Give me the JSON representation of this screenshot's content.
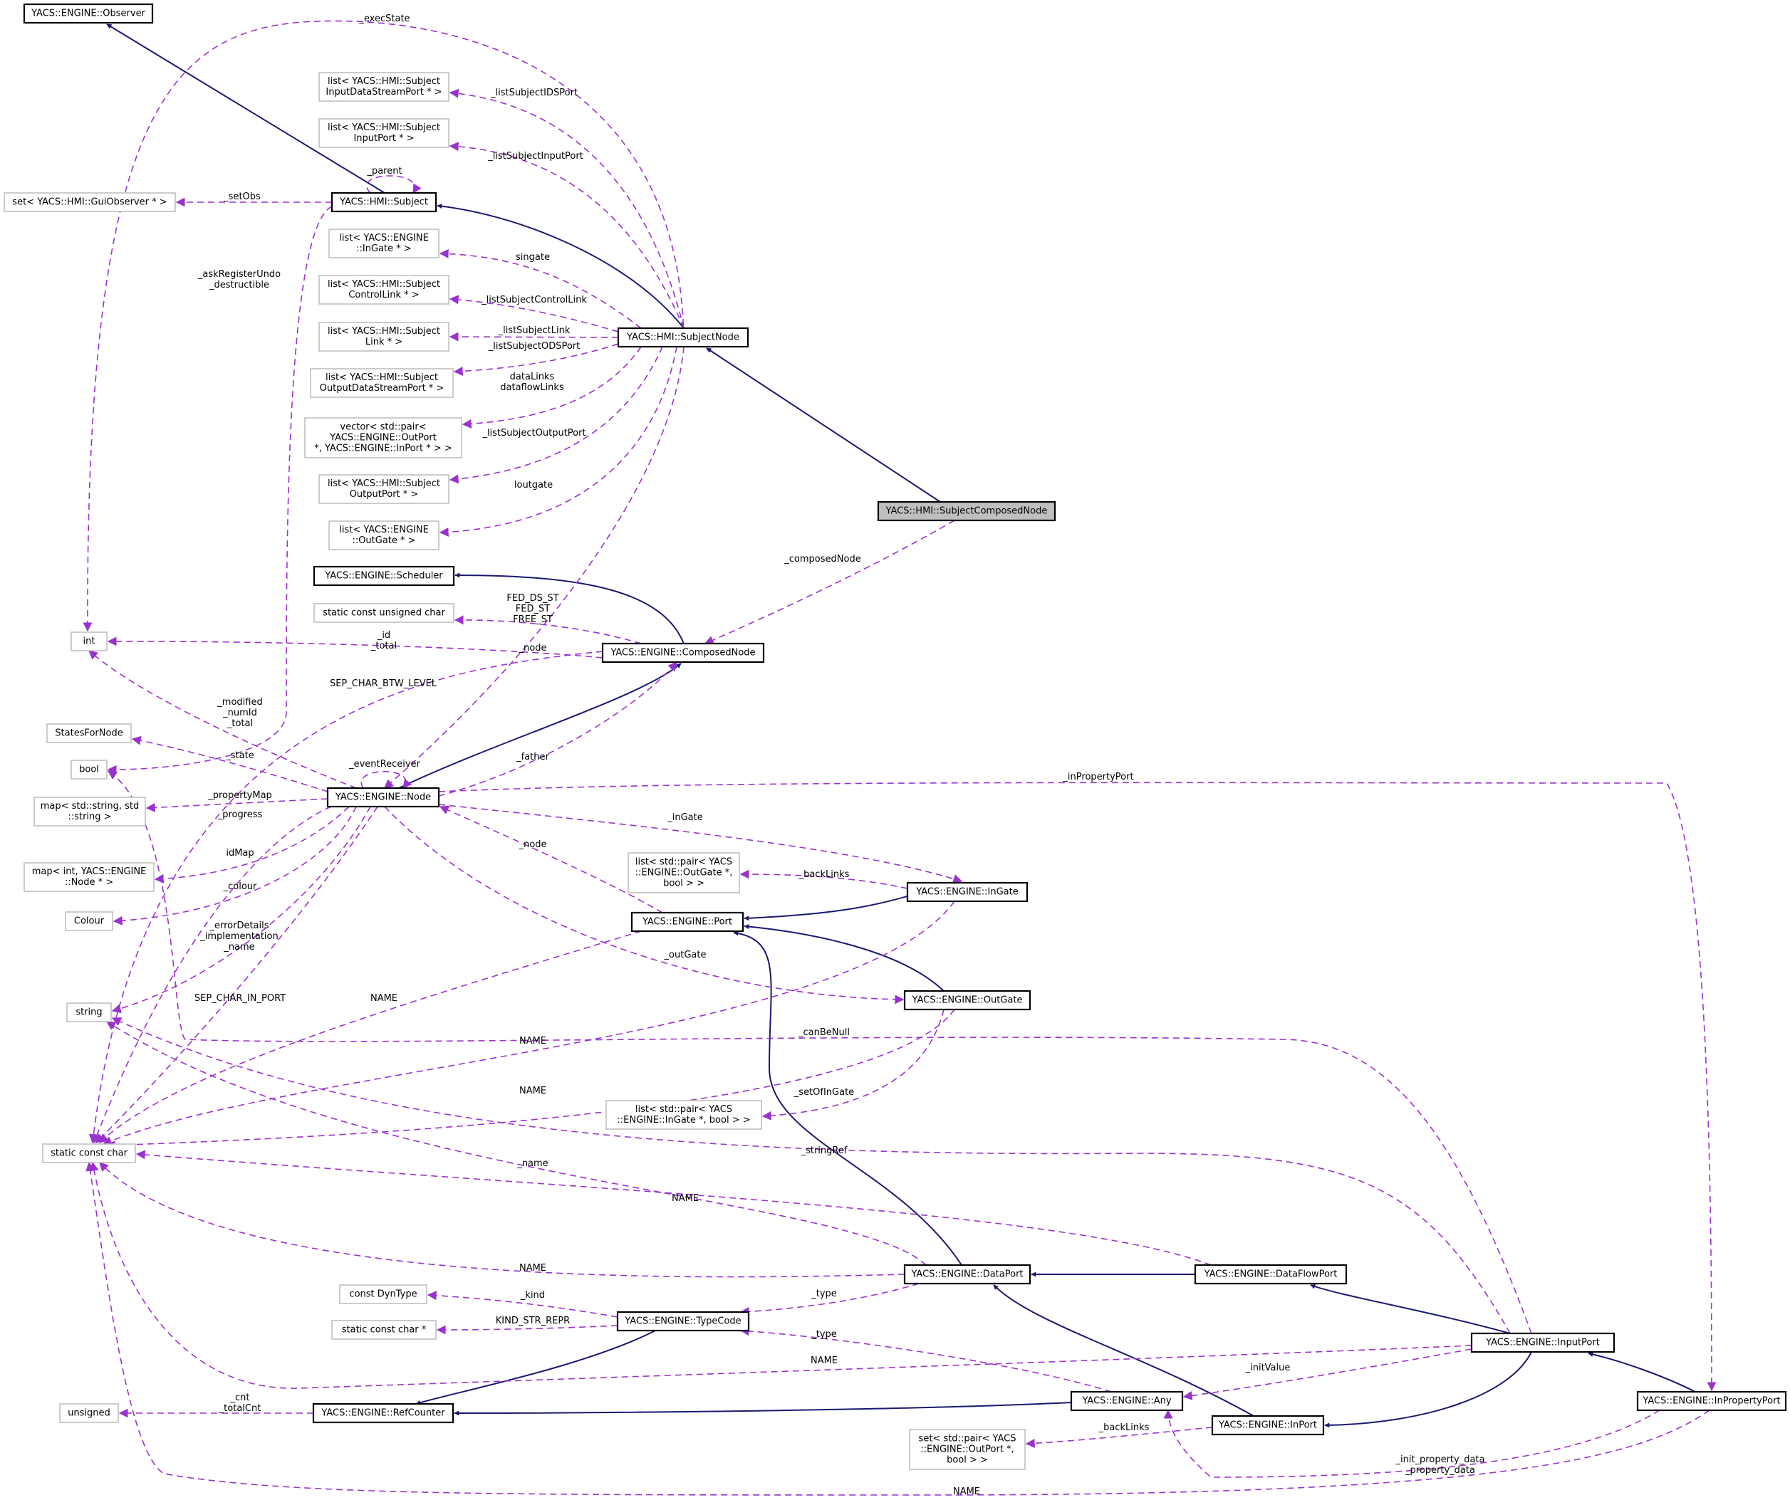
{
  "colors": {
    "inheritance_edge": "#191970",
    "usage_edge": "#9a32cd",
    "focus_fill": "#bfbfbf",
    "external_border": "#bfbfbf"
  },
  "nodes": {
    "observer": [
      "YACS::ENGINE::Observer"
    ],
    "subject": [
      "YACS::HMI::Subject"
    ],
    "subjectnode": [
      "YACS::HMI::SubjectNode"
    ],
    "subjectcomposednode": [
      "YACS::HMI::SubjectComposedNode"
    ],
    "set_guiobserver": [
      "set< YACS::HMI::GuiObserver * >"
    ],
    "list_ids": [
      "list< YACS::HMI::Subject",
      "InputDataStreamPort * >"
    ],
    "list_input": [
      "list< YACS::HMI::Subject",
      "InputPort * >"
    ],
    "list_ingate": [
      "list< YACS::ENGINE",
      "::InGate * >"
    ],
    "list_ctrllink": [
      "list< YACS::HMI::Subject",
      "ControlLink * >"
    ],
    "list_link": [
      "list< YACS::HMI::Subject",
      "Link * >"
    ],
    "list_ods": [
      "list< YACS::HMI::Subject",
      "OutputDataStreamPort * >"
    ],
    "vector_pair": [
      "vector< std::pair<",
      "YACS::ENGINE::OutPort",
      "*, YACS::ENGINE::InPort * > >"
    ],
    "list_output": [
      "list< YACS::HMI::Subject",
      "OutputPort * >"
    ],
    "list_outgate": [
      "list< YACS::ENGINE",
      "::OutGate * >"
    ],
    "scheduler": [
      "YACS::ENGINE::Scheduler"
    ],
    "static_uchar": [
      "static const unsigned char"
    ],
    "composednode": [
      "YACS::ENGINE::ComposedNode"
    ],
    "int": [
      "int"
    ],
    "statesfornode": [
      "StatesForNode"
    ],
    "bool": [
      "bool"
    ],
    "node": [
      "YACS::ENGINE::Node"
    ],
    "map_string": [
      "map< std::string, std",
      "::string >"
    ],
    "map_int": [
      "map< int, YACS::ENGINE",
      "::Node * >"
    ],
    "colour": [
      "Colour"
    ],
    "string": [
      "string"
    ],
    "list_pair_outgate": [
      "list< std::pair< YACS",
      "::ENGINE::OutGate *,",
      "bool > >"
    ],
    "ingate": [
      "YACS::ENGINE::InGate"
    ],
    "port": [
      "YACS::ENGINE::Port"
    ],
    "outgate": [
      "YACS::ENGINE::OutGate"
    ],
    "list_pair_ingate": [
      "list< std::pair< YACS",
      "::ENGINE::InGate *, bool > >"
    ],
    "static_char": [
      "static const char"
    ],
    "const_dyntype": [
      "const DynType"
    ],
    "static_char_ptr": [
      "static const char *"
    ],
    "typecode": [
      "YACS::ENGINE::TypeCode"
    ],
    "dataport": [
      "YACS::ENGINE::DataPort"
    ],
    "dataflowport": [
      "YACS::ENGINE::DataFlowPort"
    ],
    "unsigned": [
      "unsigned"
    ],
    "refcounter": [
      "YACS::ENGINE::RefCounter"
    ],
    "any": [
      "YACS::ENGINE::Any"
    ],
    "inputport": [
      "YACS::ENGINE::InputPort"
    ],
    "inport": [
      "YACS::ENGINE::InPort"
    ],
    "inpropertyport": [
      "YACS::ENGINE::InPropertyPort"
    ],
    "set_pair_outport": [
      "set< std::pair< YACS",
      "::ENGINE::OutPort *,",
      "bool > >"
    ]
  },
  "edge_labels": {
    "execState": [
      "_execState"
    ],
    "listSubjectIDSPort": [
      "_listSubjectIDSPort"
    ],
    "listSubjectInputPort": [
      "_listSubjectInputPort"
    ],
    "parent": [
      "_parent"
    ],
    "setObs": [
      "_setObs"
    ],
    "askRegisterUndo": [
      "_askRegisterUndo",
      "_destructible"
    ],
    "singate": [
      "singate"
    ],
    "listSubjectControlLink": [
      "_listSubjectControlLink"
    ],
    "listSubjectLink": [
      "_listSubjectLink"
    ],
    "listSubjectODSPort": [
      "_listSubjectODSPort"
    ],
    "dataLinks": [
      "dataLinks",
      "dataflowLinks"
    ],
    "listSubjectOutputPort": [
      "_listSubjectOutputPort"
    ],
    "loutgate": [
      "loutgate"
    ],
    "composedNode": [
      "_composedNode"
    ],
    "fedst": [
      "FED_DS_ST",
      "FED_ST",
      "FREE_ST"
    ],
    "id_total": [
      "_id",
      "_total"
    ],
    "node_cn": [
      "_node"
    ],
    "sepCharBtwLevel": [
      "SEP_CHAR_BTW_LEVEL"
    ],
    "modified": [
      "_modified",
      "_numId",
      "_total"
    ],
    "eventReceiver": [
      "_eventReceiver"
    ],
    "state": [
      "_state"
    ],
    "father": [
      "_father"
    ],
    "inPropertyPort": [
      "_inPropertyPort"
    ],
    "propertyMap": [
      "_propertyMap"
    ],
    "progress": [
      "_progress"
    ],
    "idMap": [
      "idMap"
    ],
    "inGate": [
      "_inGate"
    ],
    "colour": [
      "_colour"
    ],
    "node_port": [
      "_node"
    ],
    "backLinks_in": [
      "_backLinks"
    ],
    "errorDetails": [
      "_errorDetails",
      "_implementation",
      "_name"
    ],
    "outGate": [
      "_outGate"
    ],
    "sepCharInPort": [
      "SEP_CHAR_IN_PORT"
    ],
    "name_port": [
      "NAME"
    ],
    "name_ingate": [
      "NAME"
    ],
    "canBeNull": [
      "_canBeNull"
    ],
    "name_outgate": [
      "NAME"
    ],
    "setOfInGate": [
      "_setOfInGate"
    ],
    "stringRef": [
      "_stringRef"
    ],
    "name_sub": [
      "_name"
    ],
    "name_dataflow": [
      "NAME"
    ],
    "name_dataport": [
      "NAME"
    ],
    "kind": [
      "_kind"
    ],
    "type_dp": [
      "_type"
    ],
    "kindStrRepr": [
      "KIND_STR_REPR"
    ],
    "type_any": [
      "_type"
    ],
    "name_input": [
      "NAME"
    ],
    "initValue": [
      "_initValue"
    ],
    "cnt": [
      "_cnt",
      "_totalCnt"
    ],
    "backLinks_inport": [
      "_backLinks"
    ],
    "initProperty": [
      "_init_property_data",
      "_property_data"
    ],
    "name_inprop": [
      "NAME"
    ]
  }
}
